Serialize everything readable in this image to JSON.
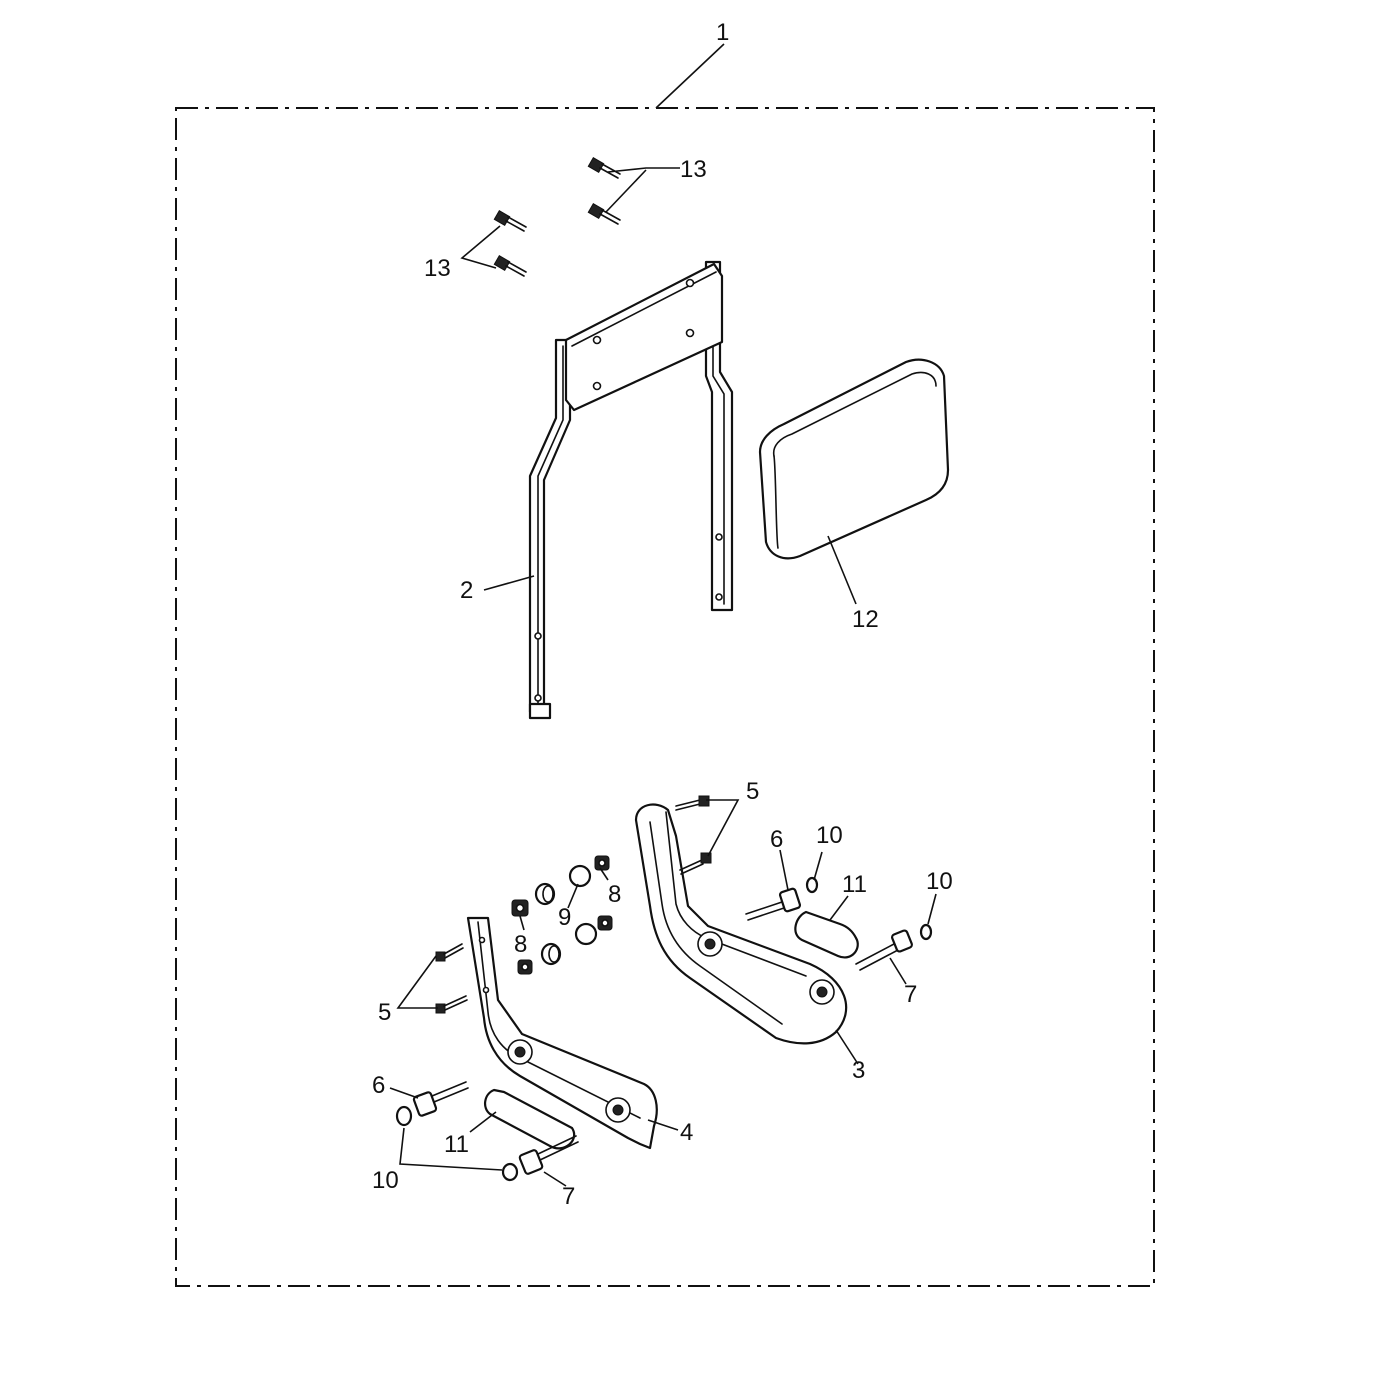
{
  "diagram": {
    "callouts": {
      "kit": "1",
      "frame": "2",
      "bracket_right": "3",
      "bracket_left": "4",
      "screw_5_top": "5",
      "screw_5_left": "5",
      "bolt_6_right": "6",
      "bolt_6_left": "6",
      "bolt_7_right": "7",
      "bolt_7_left": "7",
      "nut_8_right": "8",
      "nut_8_left": "8",
      "bush_9": "9",
      "washer_10_right_a": "10",
      "washer_10_right_b": "10",
      "washer_10_left": "10",
      "pad_11_right": "11",
      "pad_11_left": "11",
      "backrest_pad": "12",
      "screw_13_right": "13",
      "screw_13_left": "13"
    }
  }
}
